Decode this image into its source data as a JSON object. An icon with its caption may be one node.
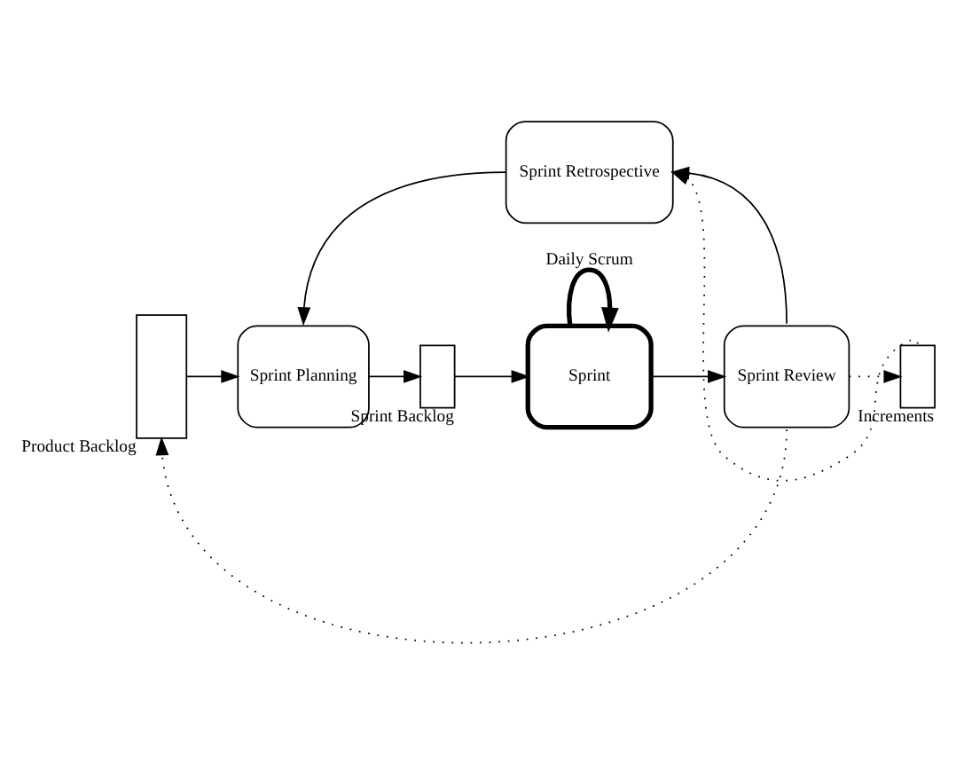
{
  "diagram": {
    "nodes": [
      {
        "text": [
          "Product Backlog"
        ]
      },
      {
        "text": [
          "Sprint Planning"
        ]
      },
      {
        "text": [
          "Sprint Backlog"
        ]
      },
      {
        "text": [
          "Sprint"
        ]
      },
      {
        "text": [
          "Sprint Review"
        ]
      },
      {
        "text": [
          "Increments"
        ]
      },
      {
        "text": [
          "Sprint Retrospective"
        ]
      }
    ],
    "edges": [
      {
        "from": 0,
        "to": 1,
        "arrow": "to"
      },
      {
        "from": 1,
        "to": 2,
        "arrow": "to"
      },
      {
        "from": 2,
        "to": 3,
        "arrow": "to"
      },
      {
        "from": 3,
        "to": 3,
        "arrow": "to",
        "label": "Daily Scrum",
        "style": "thick"
      },
      {
        "from": 3,
        "to": 4,
        "arrow": "to"
      },
      {
        "from": 4,
        "to": 5,
        "arrow": "to",
        "style": "dashed"
      },
      {
        "from": 4,
        "to": 6,
        "arrow": "to"
      },
      {
        "from": 5,
        "to": 6,
        "arrow": "to",
        "style": "dashed"
      },
      {
        "from": 6,
        "to": 1,
        "arrow": "to"
      },
      {
        "from": 4,
        "to": 0,
        "arrow": "to",
        "style": "dashed"
      }
    ]
  }
}
